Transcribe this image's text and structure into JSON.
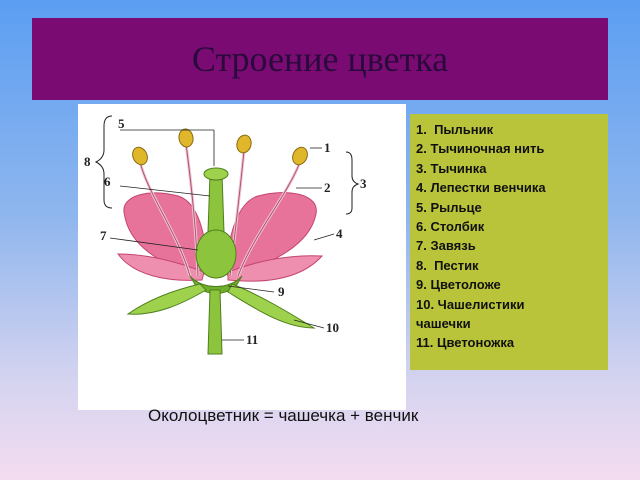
{
  "title": "Строение цветка",
  "legend": [
    "1.  Пыльник",
    "2. Тычиночная нить",
    "3. Тычинка",
    "4. Лепестки венчика",
    "5. Рыльце",
    "6. Столбик",
    "7. Завязь",
    "8.  Пестик",
    "9. Цветоложе",
    "10. Чашелистики",
    "чашечки",
    "11. Цветоножка"
  ],
  "diagram_labels": {
    "l1": "1",
    "l2": "2",
    "l3": "3",
    "l4": "4",
    "l5": "5",
    "l6": "6",
    "l7": "7",
    "l8": "8",
    "l9": "9",
    "l10": "10",
    "l11": "11"
  },
  "formula": "Околоцветник = чашечка + венчик",
  "colors": {
    "title_bg": "#7a0b72",
    "legend_bg": "#b9c43a",
    "petal": "#e8739a",
    "green": "#8cc43e",
    "anther": "#e0b62a"
  }
}
